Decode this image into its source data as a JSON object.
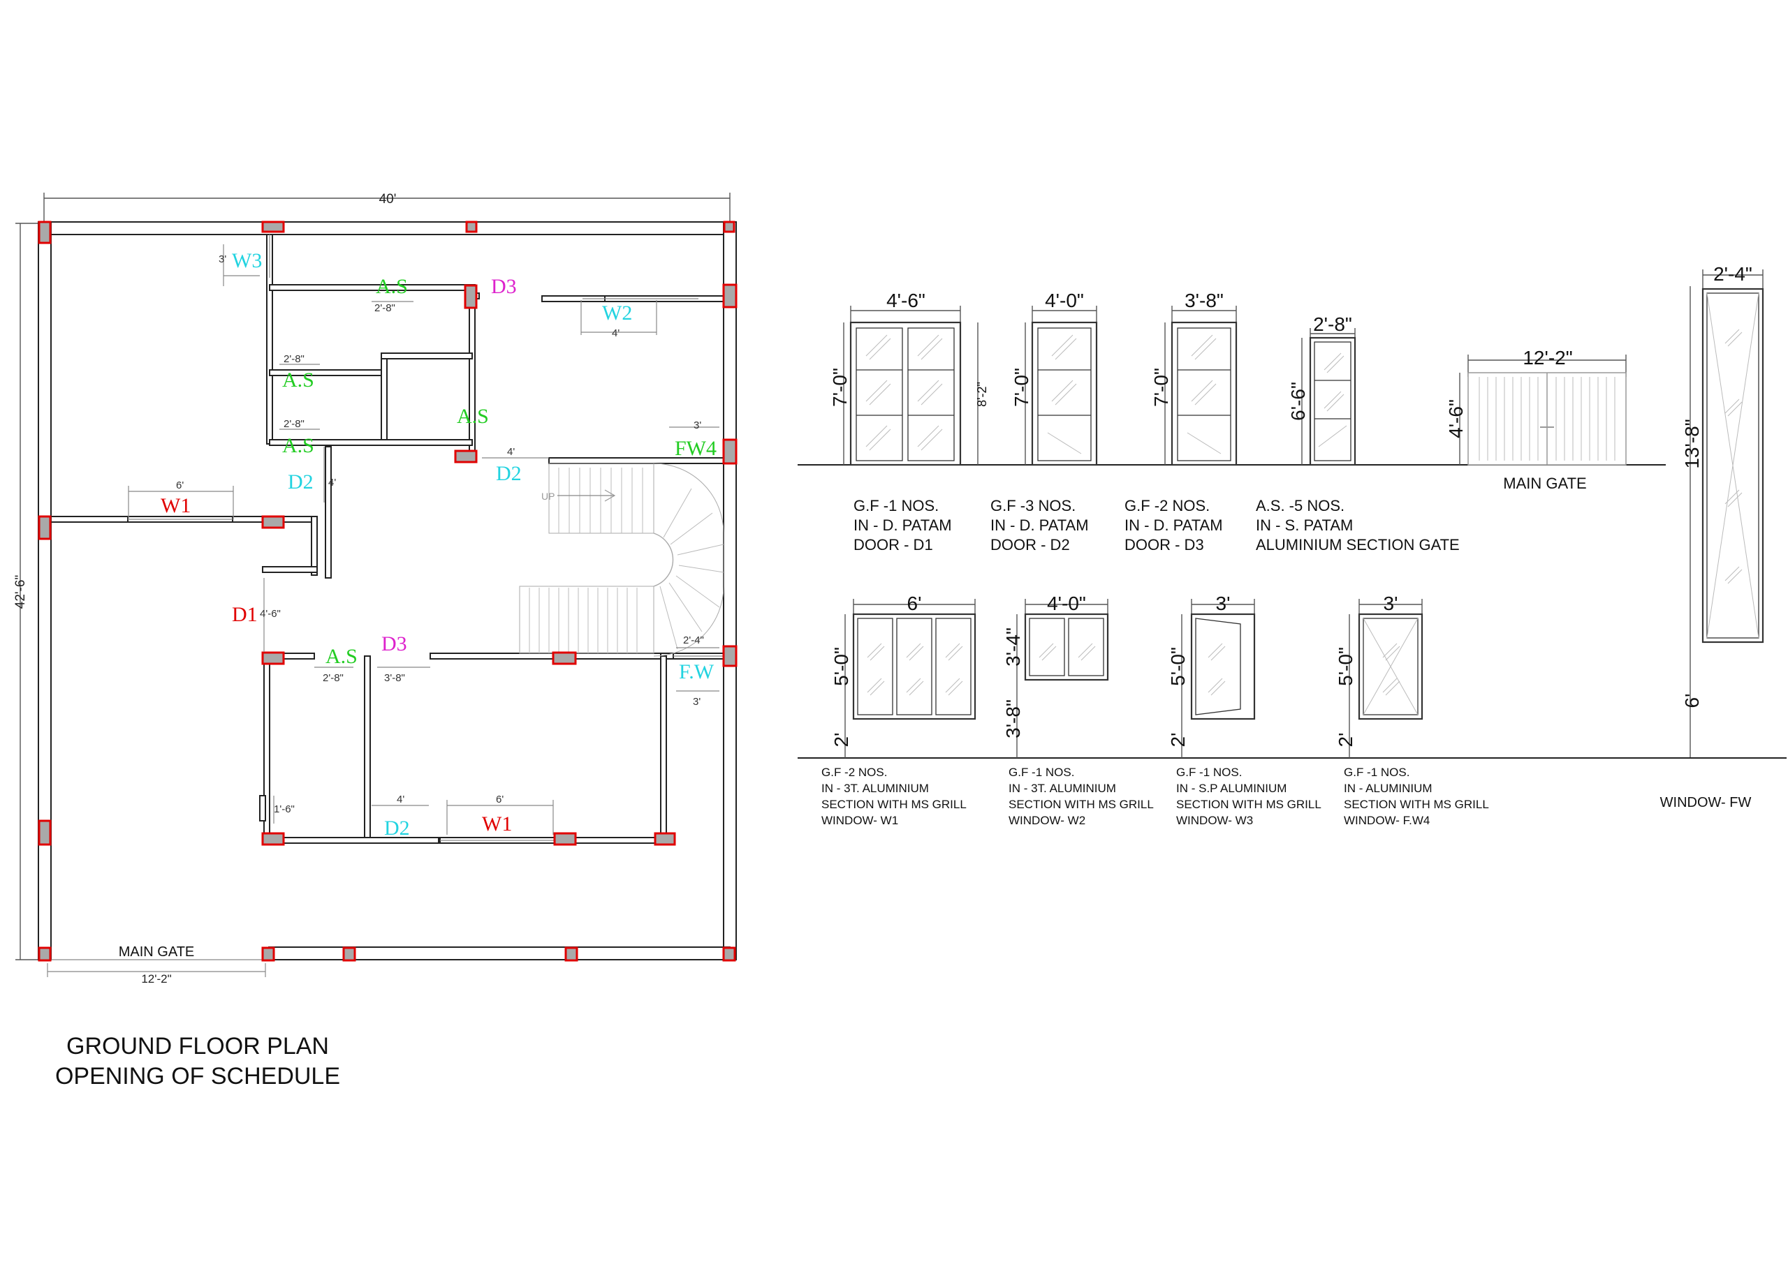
{
  "plan": {
    "overall_width": "40'",
    "overall_depth": "42'-6\"",
    "gate_width": "12'-2\"",
    "main_gate_label": "MAIN GATE",
    "up_label": "UP",
    "labels": {
      "w3": "W3",
      "w3_dim": "3'",
      "as_top": "A.S",
      "as_top_dim": "2'-8\"",
      "d3_top": "D3",
      "w2": "W2",
      "w2_dim": "4'",
      "as_mid1": "A.S",
      "as_mid1_dim": "2'-8\"",
      "as_mid2": "A.S",
      "as_mid2_dim": "2'-8\"",
      "as_center": "A.S",
      "fw4": "FW4",
      "fw4_dim": "3'",
      "d2_left": "D2",
      "d2_left_dim": "4'",
      "d2_center": "D2",
      "d2_center_dim": "4'",
      "w1_top": "W1",
      "w1_top_dim": "6'",
      "d1": "D1",
      "d1_dim": "4'-6\"",
      "as_low": "A.S",
      "as_low_dim": "2'-8\"",
      "d3_low": "D3",
      "d3_low_dim": "3'-8\"",
      "fw": "F.W",
      "fw_dim_top": "2'-4\"",
      "fw_dim_bot": "3'",
      "small_dim": "1'-6\"",
      "d2_low": "D2",
      "d2_low_dim": "4'",
      "w1_low": "W1",
      "w1_low_dim": "6'"
    }
  },
  "title": {
    "line1": "GROUND FLOOR PLAN",
    "line2": "OPENING OF SCHEDULE"
  },
  "doors": [
    {
      "width": "4'-6\"",
      "height": "7'-0\"",
      "extra": "8'-2\"",
      "note1": "G.F -1 NOS.",
      "note2": "IN - D. PATAM",
      "note3": "DOOR - D1"
    },
    {
      "width": "4'-0\"",
      "height": "7'-0\"",
      "note1": "G.F -3 NOS.",
      "note2": "IN - D. PATAM",
      "note3": "DOOR - D2"
    },
    {
      "width": "3'-8\"",
      "height": "7'-0\"",
      "note1": "G.F -2 NOS.",
      "note2": "IN - D. PATAM",
      "note3": "DOOR - D3"
    },
    {
      "width": "2'-8\"",
      "height": "6'-6\"",
      "note1": "A.S. -5 NOS.",
      "note2": "IN - S. PATAM",
      "note3": "ALUMINIUM SECTION GATE"
    }
  ],
  "gate": {
    "width": "12'-2\"",
    "height": "4'-6\"",
    "label": "MAIN GATE"
  },
  "tall_window": {
    "width": "2'-4\"",
    "height": "13'-8\"",
    "sill": "6'",
    "label": "WINDOW- FW"
  },
  "windows": [
    {
      "width": "6'",
      "height": "5'-0\"",
      "sill": "2'",
      "note1": "G.F -2 NOS.",
      "note2": "IN - 3T. ALUMINIUM",
      "note3": "SECTION WITH MS GRILL",
      "note4": "WINDOW- W1"
    },
    {
      "width": "4'-0\"",
      "height": "3'-4\"",
      "sill": "3'-8\"",
      "note1": "G.F -1 NOS.",
      "note2": "IN - 3T. ALUMINIUM",
      "note3": "SECTION WITH MS GRILL",
      "note4": "WINDOW- W2"
    },
    {
      "width": "3'",
      "height": "5'-0\"",
      "sill": "2'",
      "note1": "G.F -1 NOS.",
      "note2": "IN - S.P ALUMINIUM",
      "note3": "SECTION WITH MS GRILL",
      "note4": "WINDOW- W3"
    },
    {
      "width": "3'",
      "height": "5'-0\"",
      "sill": "2'",
      "note1": "G.F -1 NOS.",
      "note2": "IN - ALUMINIUM",
      "note3": "SECTION WITH MS GRILL",
      "note4": "WINDOW- F.W4"
    }
  ],
  "colors": {
    "green": "#22cc22",
    "cyan": "#22d3e0",
    "magenta": "#dd22cc",
    "red": "#e00000"
  }
}
